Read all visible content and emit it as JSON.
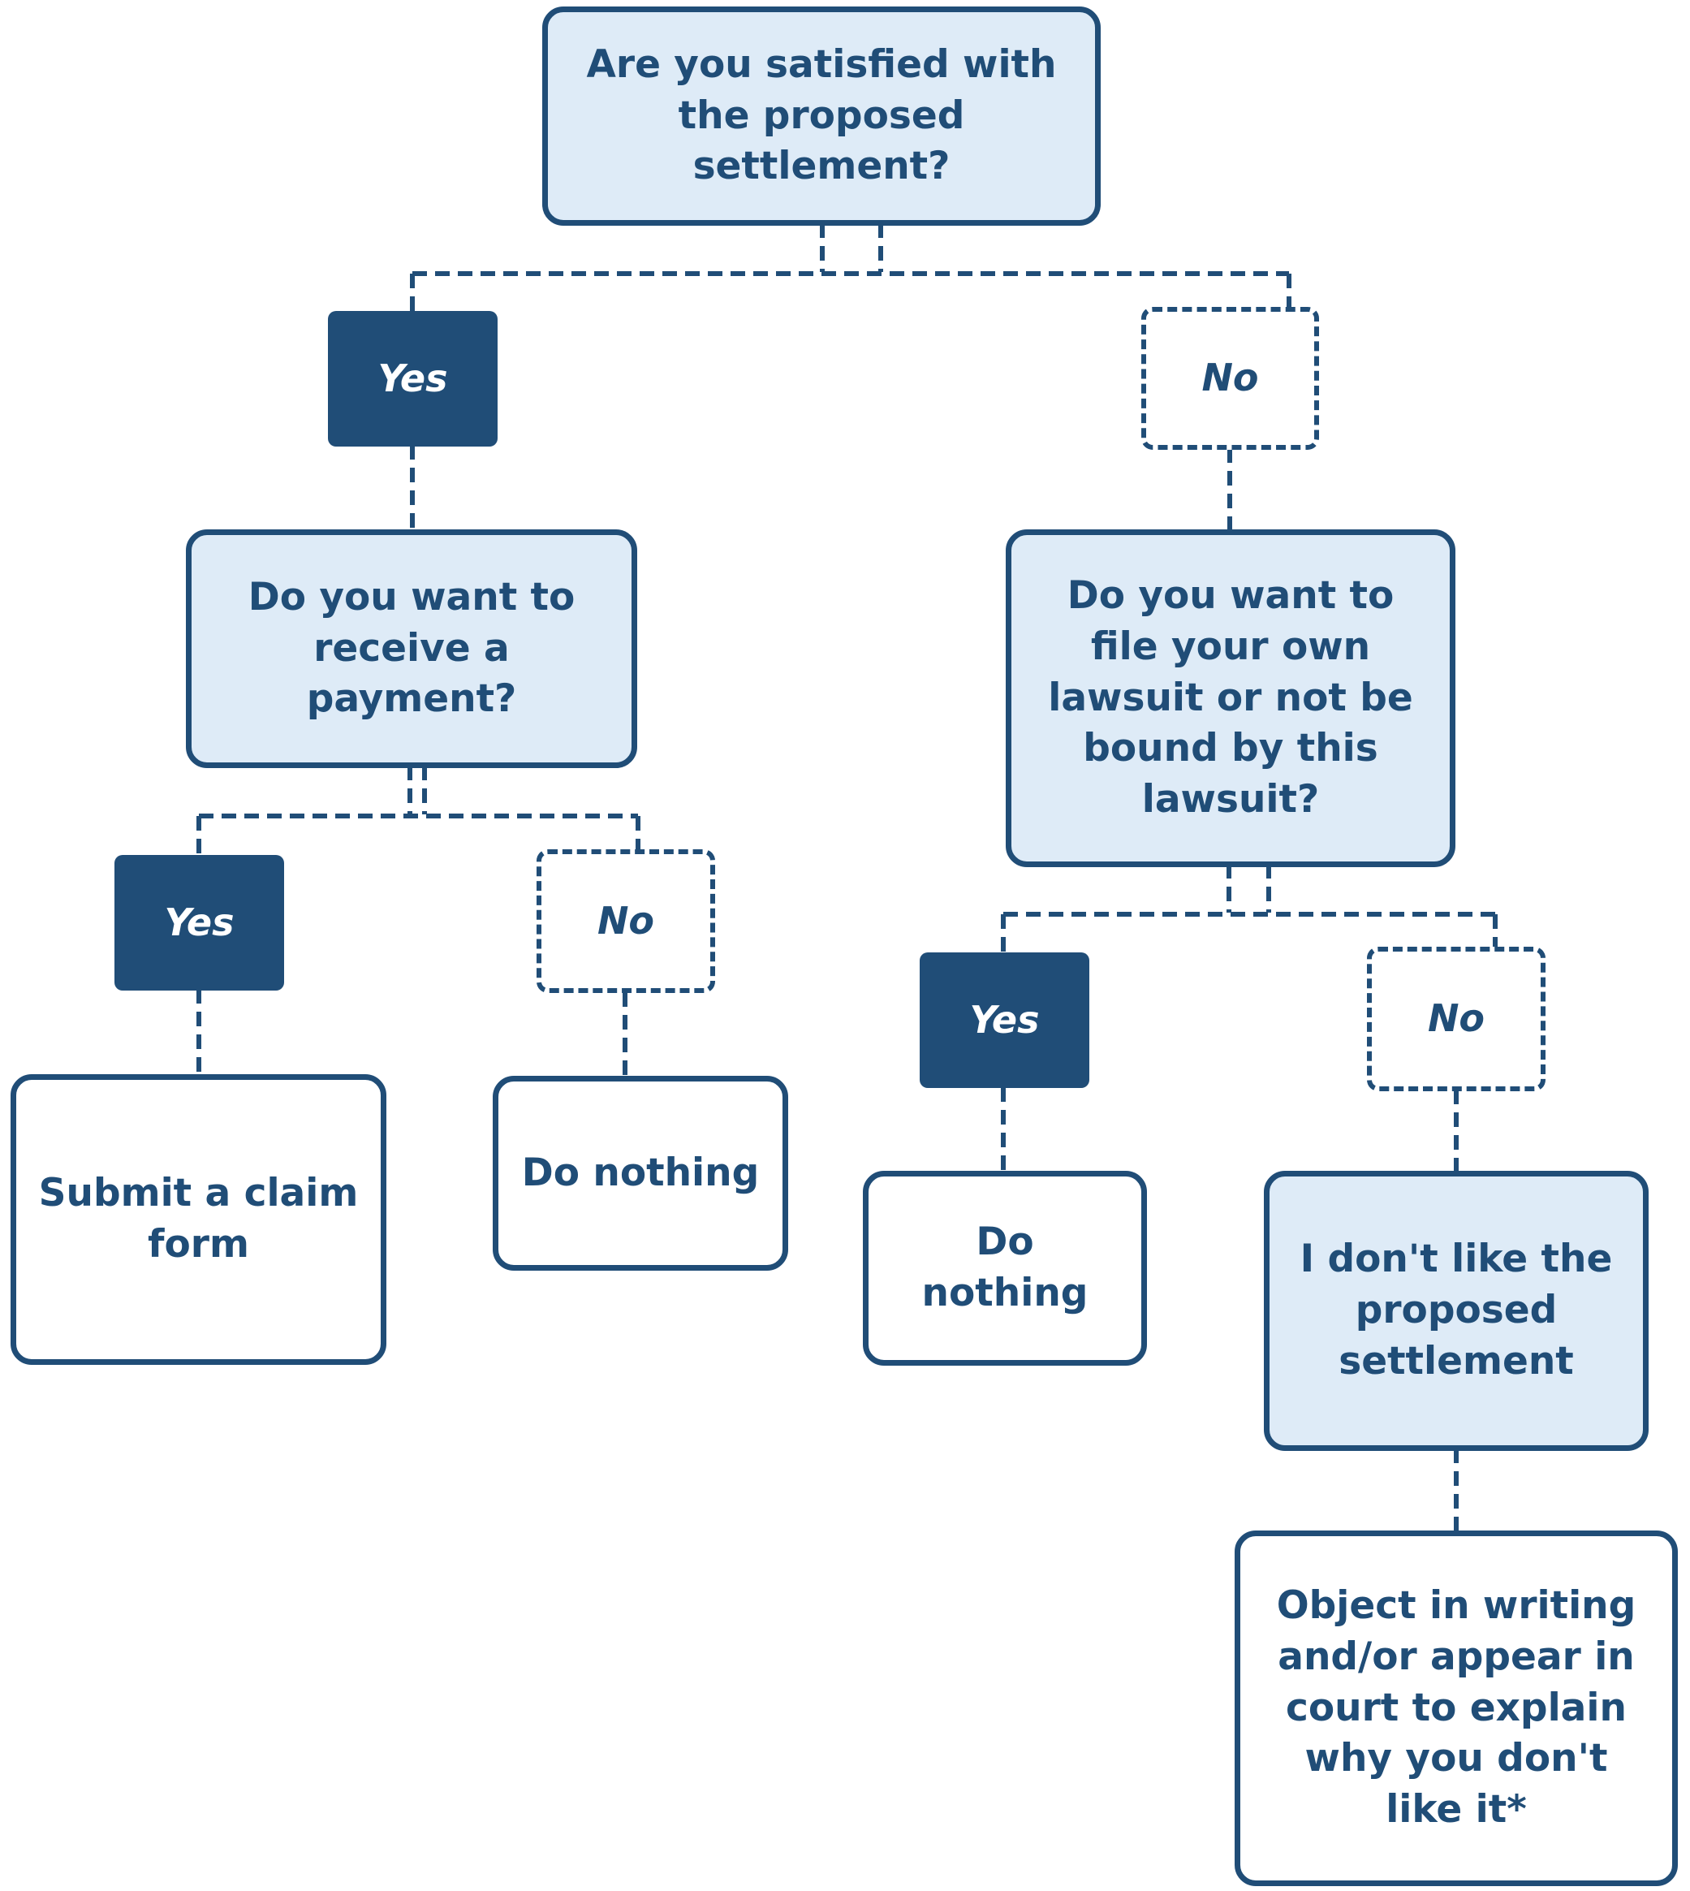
{
  "colors": {
    "primary": "#204d77",
    "question_fill": "#deebf7",
    "action_fill": "#ffffff"
  },
  "nodes": {
    "root": "Are you satisfied with the proposed settlement?",
    "root_yes": "Yes",
    "root_no": "No",
    "payment_question": "Do you want to receive a payment?",
    "payment_yes": "Yes",
    "payment_no": "No",
    "submit_claim": "Submit a claim form",
    "do_nothing_left": "Do nothing",
    "lawsuit_question": "Do you want to file your own lawsuit or not be bound by this lawsuit?",
    "lawsuit_yes": "Yes",
    "lawsuit_no": "No",
    "do_nothing_right": "Do nothing",
    "dislike_settlement": "I don't like the proposed settlement",
    "object_in_writing": "Object in writing and/or appear in court to explain why you don't like it*"
  }
}
